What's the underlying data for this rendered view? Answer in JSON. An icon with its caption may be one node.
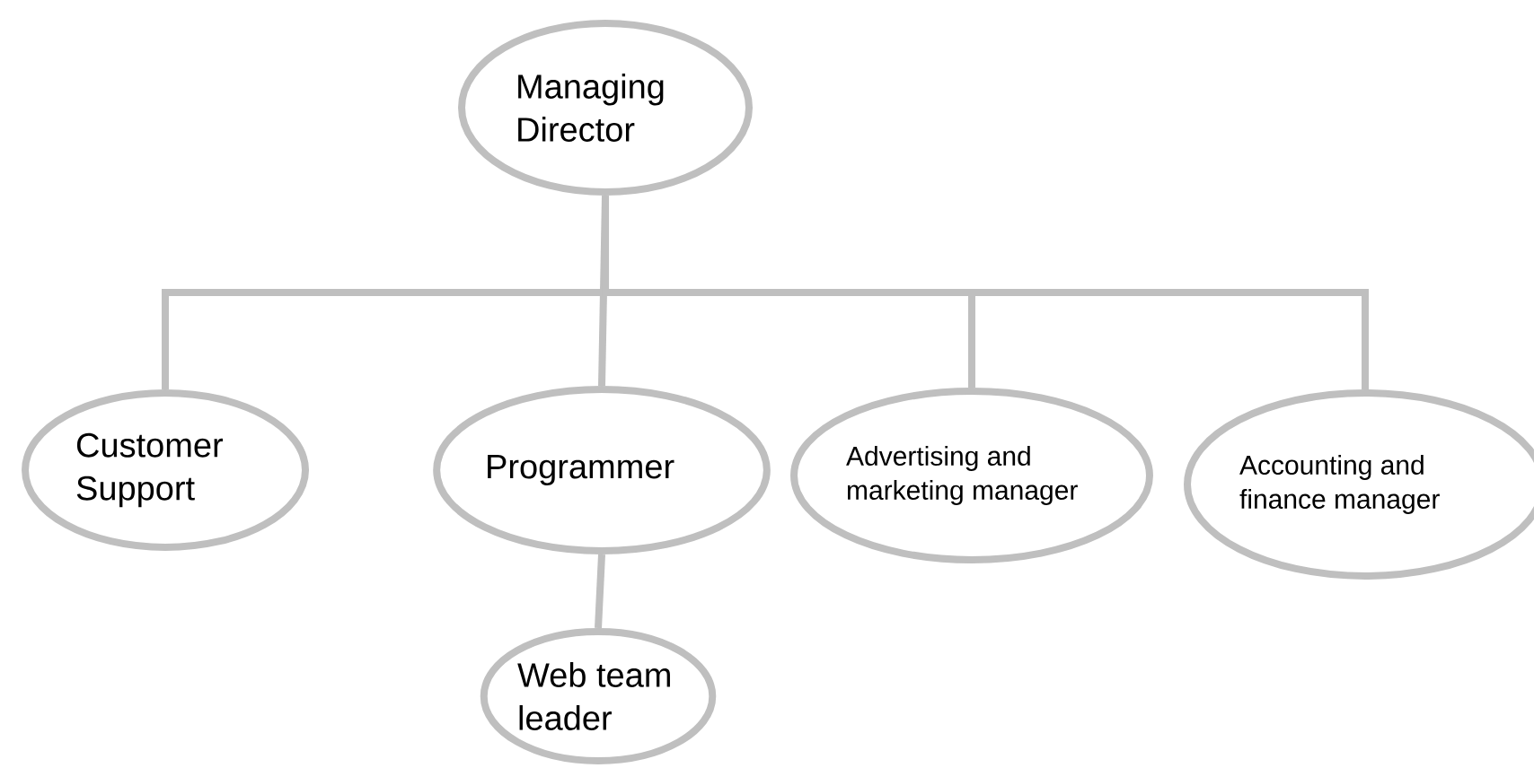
{
  "diagram": {
    "nodes": [
      {
        "text": [
          "Managing Director"
        ]
      },
      {
        "text": [
          "Customer Support"
        ]
      },
      {
        "text": [
          "Programmer"
        ]
      },
      {
        "text": [
          "Advertising and marketing manager"
        ]
      },
      {
        "text": [
          "Accounting and finance manager"
        ]
      },
      {
        "text": [
          "Web team leader"
        ]
      }
    ],
    "edges": [
      {
        "from": 0,
        "to": 1,
        "arrow": "none"
      },
      {
        "from": 0,
        "to": 2,
        "arrow": "none"
      },
      {
        "from": 0,
        "to": 3,
        "arrow": "none"
      },
      {
        "from": 0,
        "to": 4,
        "arrow": "none"
      },
      {
        "from": 2,
        "to": 5,
        "arrow": "none"
      }
    ]
  }
}
